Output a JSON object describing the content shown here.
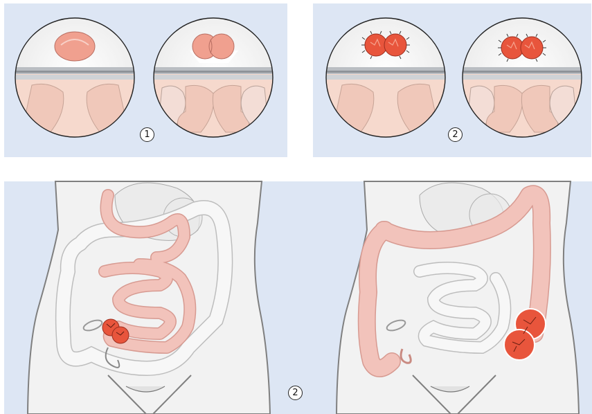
{
  "steps": {
    "top_left": "1",
    "top_right": "2",
    "bottom": "2"
  },
  "colors": {
    "panel_bg": "#dde6f4",
    "body_fill": "#f2f2f2",
    "body_outline": "#7f7f7f",
    "bowel_highlight": "#f2c3bb",
    "bowel_outline": "#c98b82",
    "stoma_red": "#e8553c",
    "skin_pink": "#f5d3c6",
    "abdominal_wall": "#a9aeb3"
  },
  "icons": [
    "circle-1",
    "circle-2",
    "circle-2"
  ]
}
